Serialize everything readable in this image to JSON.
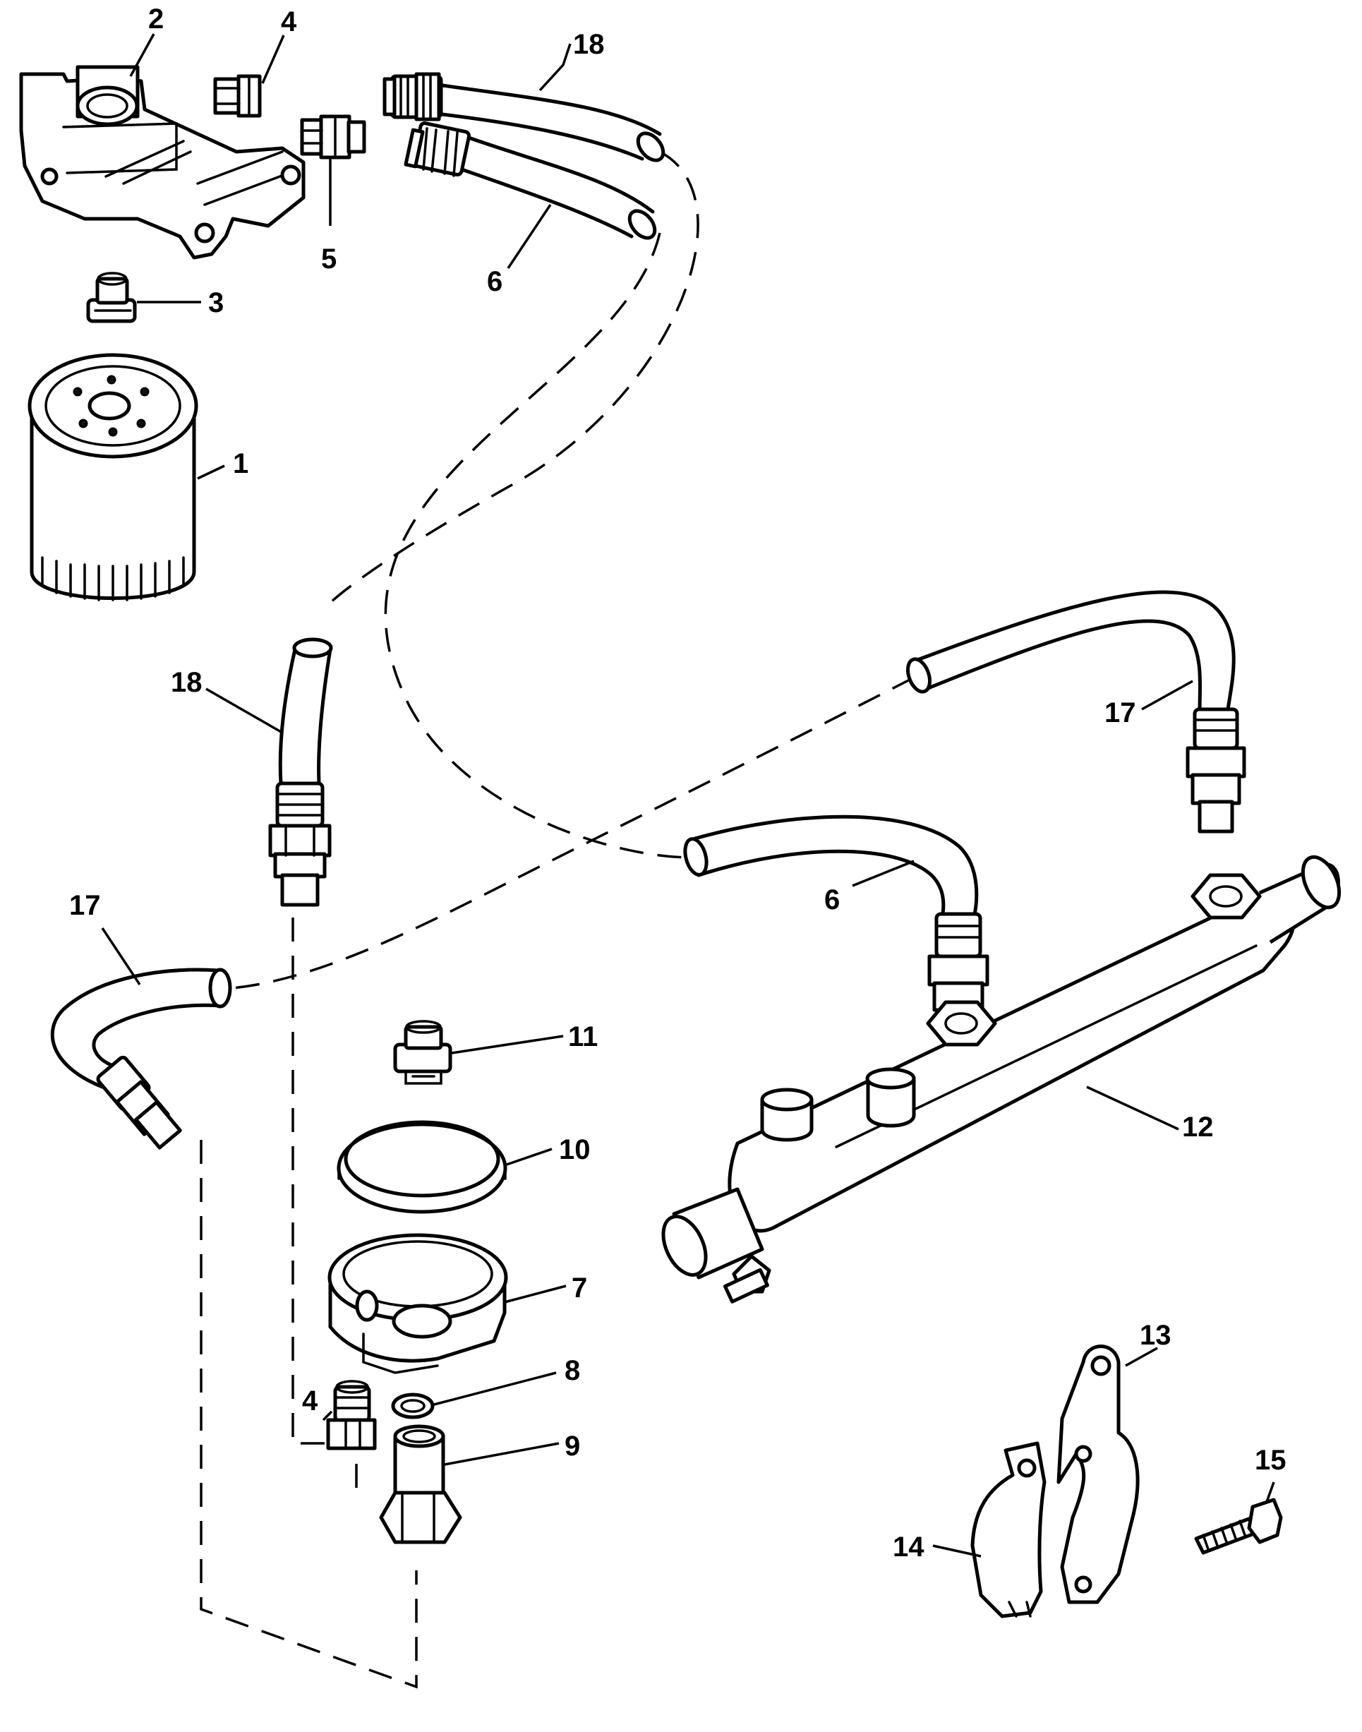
{
  "callouts": [
    {
      "id": "c2",
      "label": "2"
    },
    {
      "id": "c4a",
      "label": "4"
    },
    {
      "id": "c18a",
      "label": "18"
    },
    {
      "id": "c5",
      "label": "5"
    },
    {
      "id": "c6a",
      "label": "6"
    },
    {
      "id": "c3",
      "label": "3"
    },
    {
      "id": "c1",
      "label": "1"
    },
    {
      "id": "c18b",
      "label": "18"
    },
    {
      "id": "c17a",
      "label": "17"
    },
    {
      "id": "c6b",
      "label": "6"
    },
    {
      "id": "c17b",
      "label": "17"
    },
    {
      "id": "c11",
      "label": "11"
    },
    {
      "id": "c10",
      "label": "10"
    },
    {
      "id": "c12",
      "label": "12"
    },
    {
      "id": "c7",
      "label": "7"
    },
    {
      "id": "c8",
      "label": "8"
    },
    {
      "id": "c4b",
      "label": "4"
    },
    {
      "id": "c9",
      "label": "9"
    },
    {
      "id": "c13",
      "label": "13"
    },
    {
      "id": "c15",
      "label": "15"
    },
    {
      "id": "c14",
      "label": "14"
    }
  ]
}
